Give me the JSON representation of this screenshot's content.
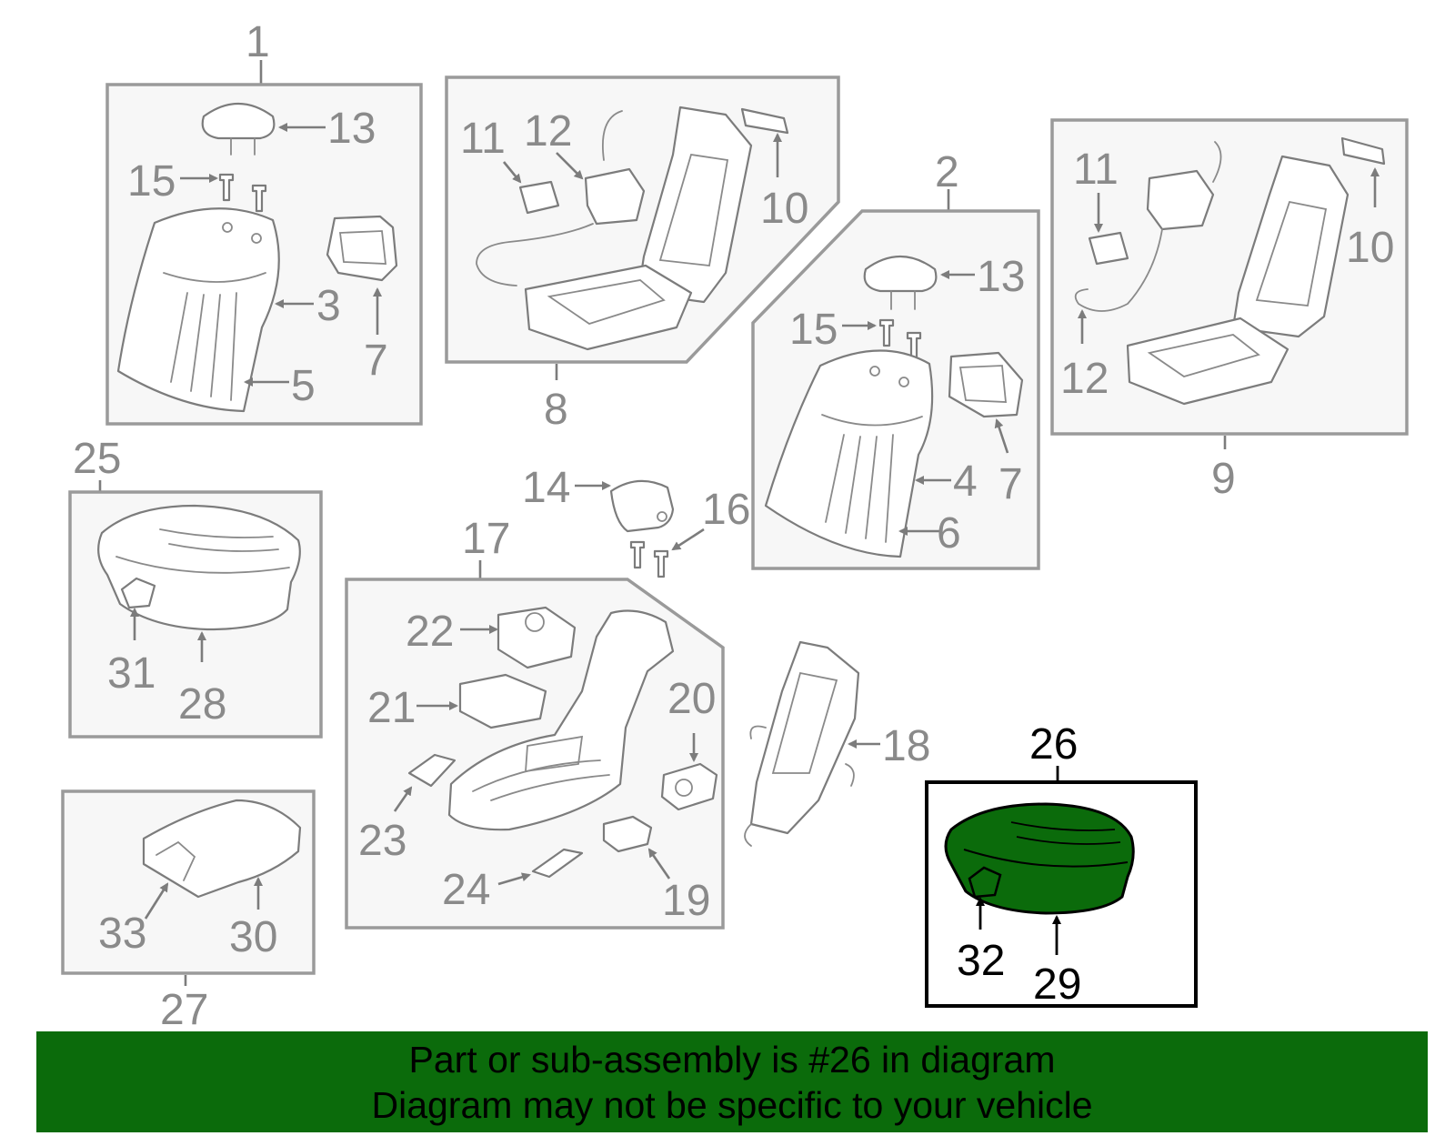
{
  "callouts": {
    "c1": "1",
    "c2": "2",
    "c3": "3",
    "c4": "4",
    "c5": "5",
    "c6": "6",
    "c7": "7",
    "c8": "8",
    "c9": "9",
    "c10": "10",
    "c11": "11",
    "c12": "12",
    "c13": "13",
    "c14": "14",
    "c15": "15",
    "c16": "16",
    "c17": "17",
    "c18": "18",
    "c19": "19",
    "c20": "20",
    "c21": "21",
    "c22": "22",
    "c23": "23",
    "c24": "24",
    "c25": "25",
    "c26": "26",
    "c27": "27",
    "c28": "28",
    "c29": "29",
    "c30": "30",
    "c31": "31",
    "c32": "32",
    "c33": "33"
  },
  "highlight": {
    "callout": "26",
    "fill_color": "#0b6b0b",
    "box_color": "#000000"
  },
  "banner": {
    "line1": "Part or sub-assembly is #26 in diagram",
    "line2": "Diagram may not be specific to your vehicle",
    "background": "#0b6b0b"
  }
}
